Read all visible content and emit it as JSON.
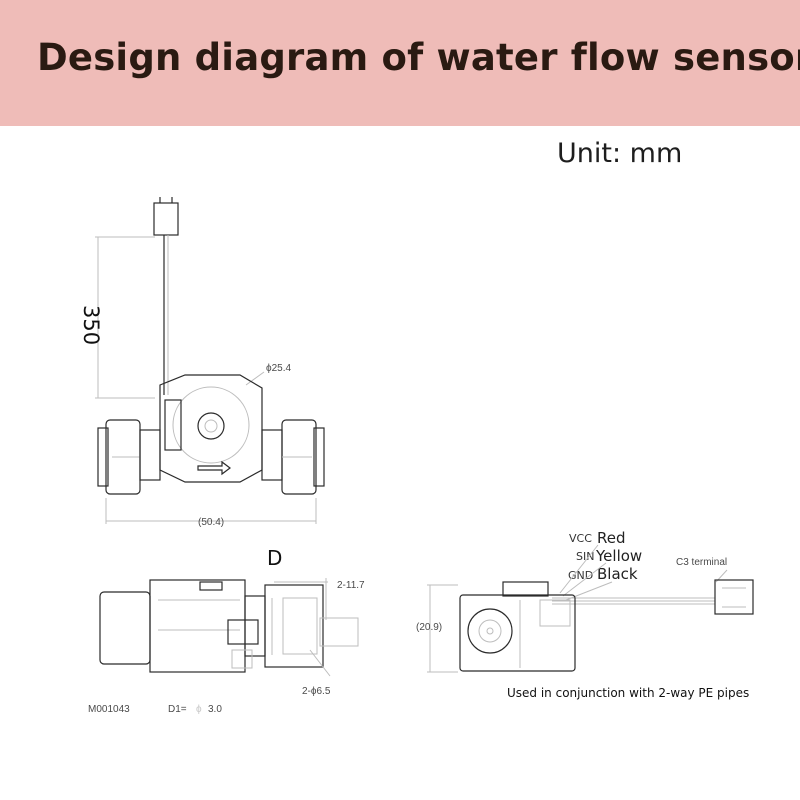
{
  "header": {
    "title": "Design diagram of water flow sensor",
    "background": "#efbcb8"
  },
  "unit_label": "Unit: mm",
  "top_view": {
    "cable_length": "350",
    "diameter": "ϕ25.4",
    "width": "(50.4)"
  },
  "side_view": {
    "section_label": "D",
    "tube_dim": "2-11.7",
    "pipe_diameter": "2-ϕ6.5",
    "model": "M001043",
    "d1_label": "D1=",
    "d1_symbol": "ϕ",
    "d1_value": "3.0"
  },
  "end_view": {
    "height": "(20.9)",
    "wires": [
      {
        "signal": "VCC",
        "color": "Red"
      },
      {
        "signal": "SIN",
        "color": "Yellow"
      },
      {
        "signal": "GND",
        "color": "Black"
      }
    ],
    "terminal": "C3 terminal",
    "note": "Used in conjunction with 2-way PE pipes"
  }
}
